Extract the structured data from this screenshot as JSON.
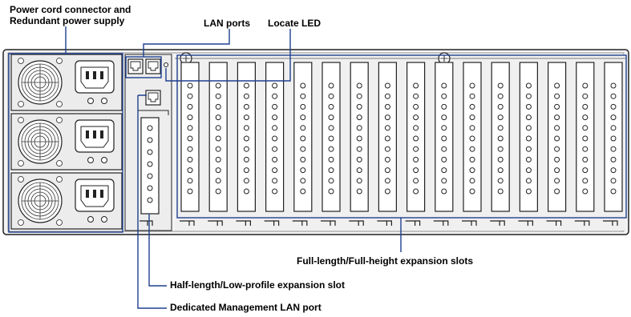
{
  "labels": {
    "power_supply_line1": "Power cord connector and",
    "power_supply_line2": "Redundant power supply",
    "lan_ports": "LAN ports",
    "locate_led": "Locate LED",
    "full_length_slots": "Full-length/Full-height expansion slots",
    "half_length_slot": "Half-length/Low-profile expansion slot",
    "mgmt_lan_port": "Dedicated Management LAN port"
  },
  "components": {
    "power_supply_count": 3,
    "full_height_slot_count": 16,
    "low_profile_slot_count": 1,
    "lan_port_count": 2,
    "mgmt_lan_port_count": 1
  },
  "colors": {
    "callout_line": "#1f3f8f",
    "chassis_outline": "#222222",
    "chassis_fill": "#f4f4f4"
  }
}
